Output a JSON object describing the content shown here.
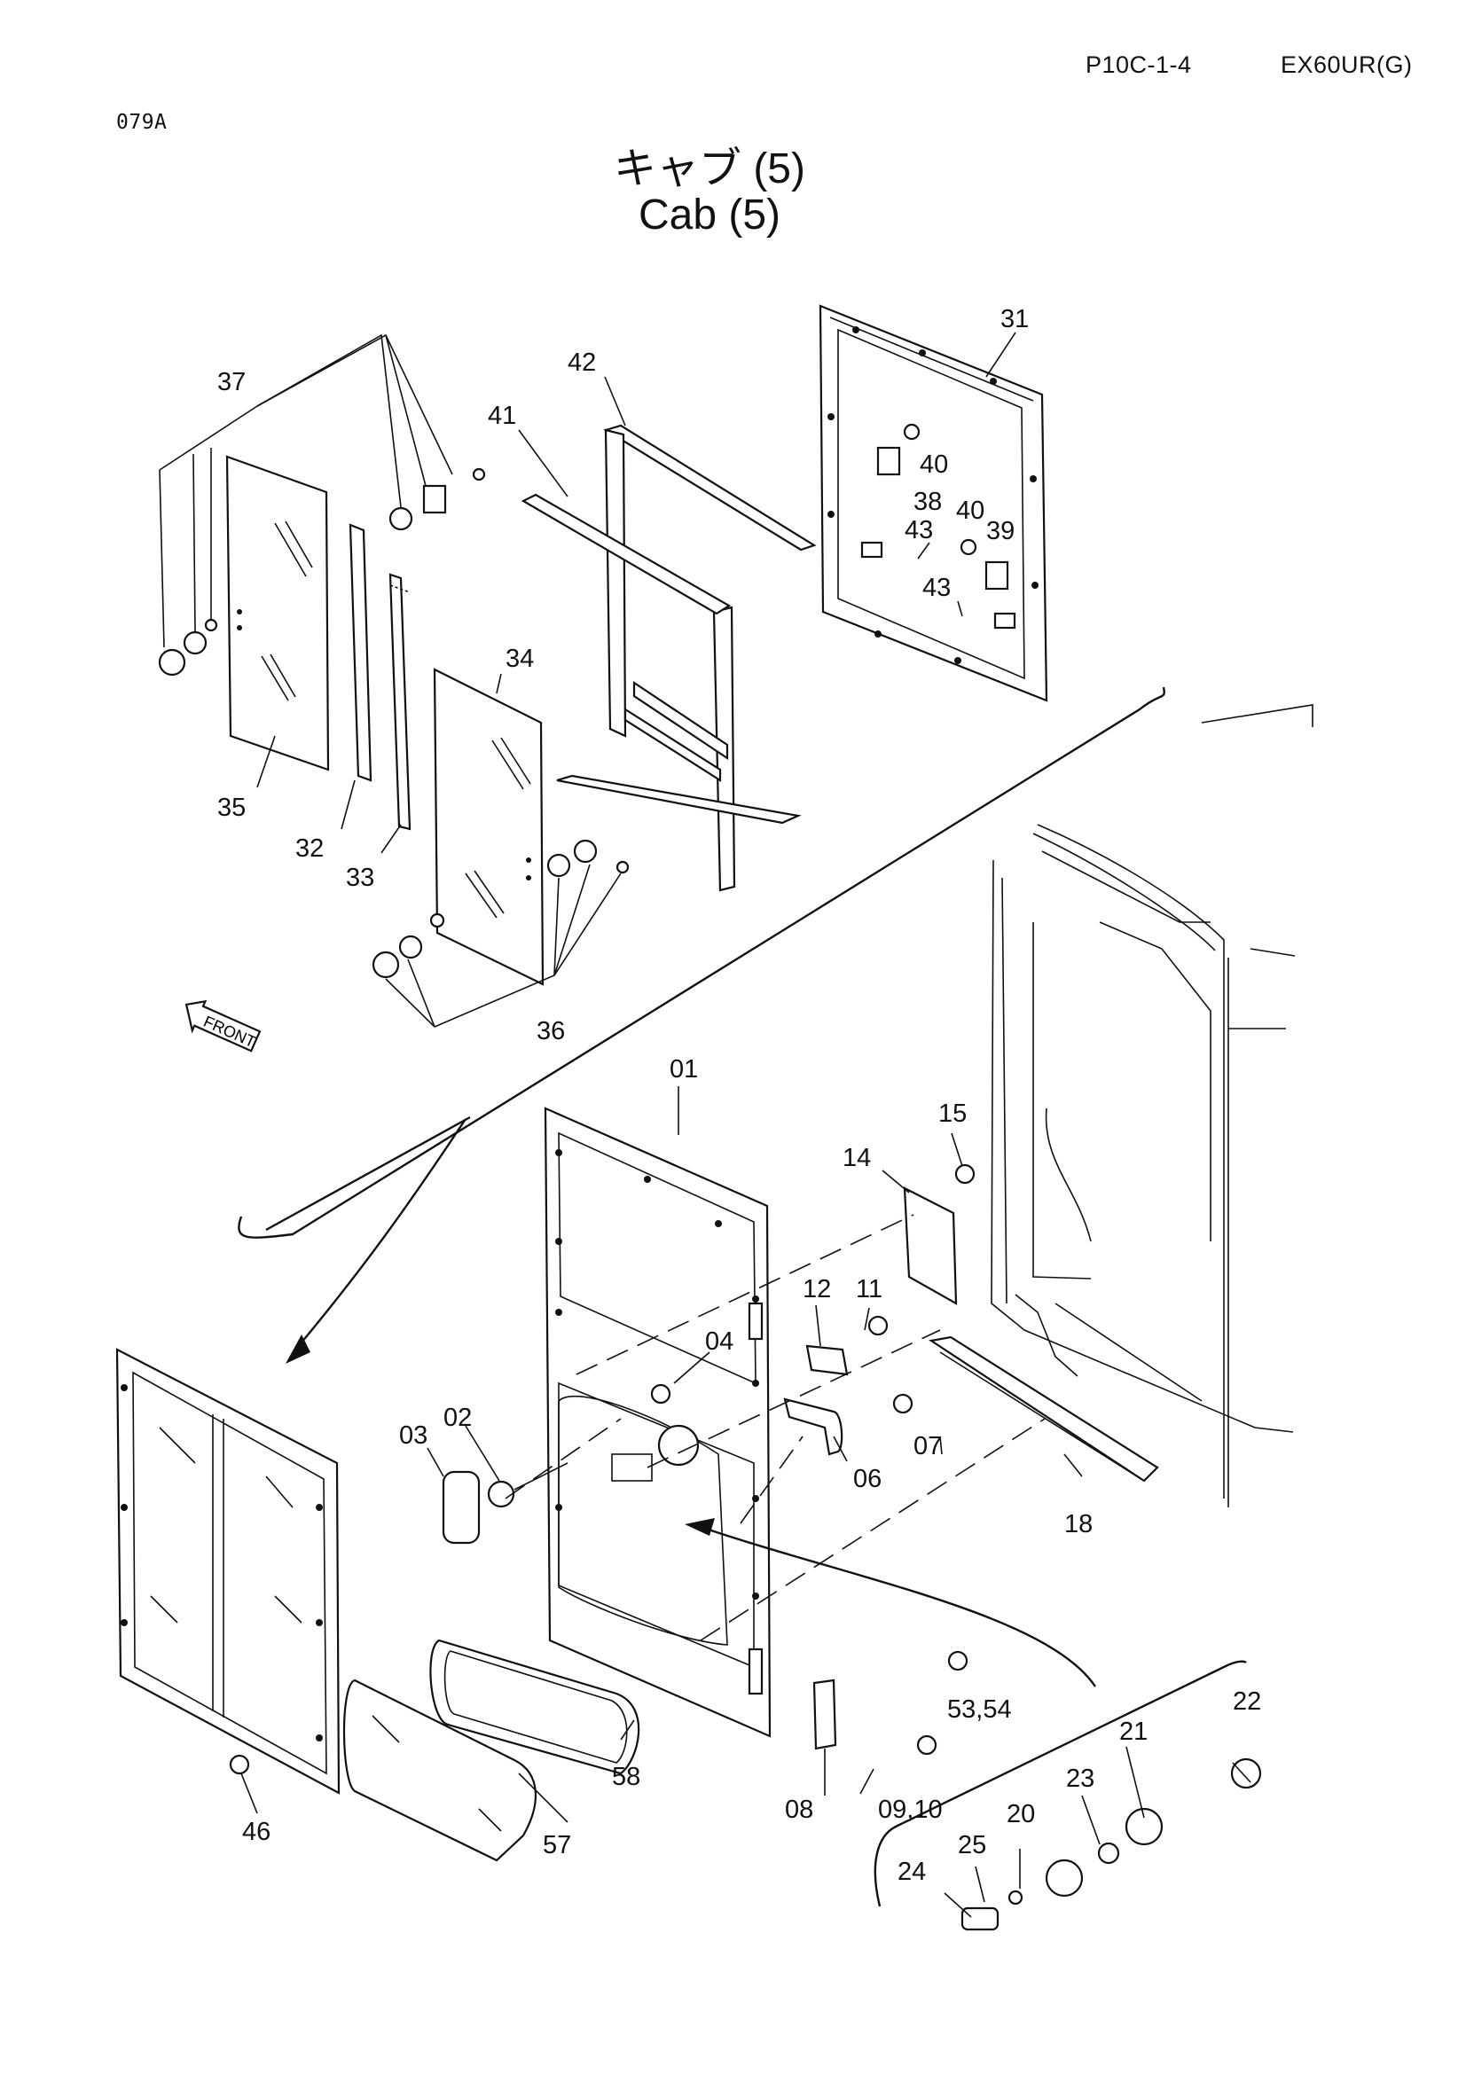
{
  "header": {
    "page_code": "P10C-1-4",
    "model": "EX60UR(G)",
    "sheet_id": "079A"
  },
  "title": {
    "japanese": "キャブ (5)",
    "english": "Cab (5)"
  },
  "callouts": {
    "c01": "01",
    "c02": "02",
    "c03": "03",
    "c04": "04",
    "c06": "06",
    "c07": "07",
    "c08": "08",
    "c0910": "09,10",
    "c11": "11",
    "c12": "12",
    "c14": "14",
    "c15": "15",
    "c18": "18",
    "c20": "20",
    "c21": "21",
    "c22": "22",
    "c23": "23",
    "c24": "24",
    "c25": "25",
    "c31": "31",
    "c32": "32",
    "c33": "33",
    "c34": "34",
    "c35": "35",
    "c36": "36",
    "c37": "37",
    "c38": "38",
    "c39": "39",
    "c40a": "40",
    "c40b": "40",
    "c41": "41",
    "c42": "42",
    "c43a": "43",
    "c43b": "43",
    "c46": "46",
    "c5354": "53,54",
    "c57": "57",
    "c58": "58"
  },
  "front_arrow_label": "FRONT"
}
